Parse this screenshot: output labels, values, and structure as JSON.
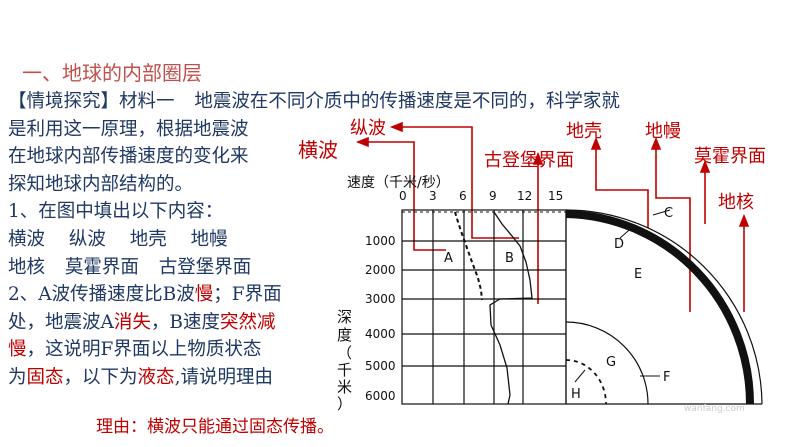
{
  "title": "一、地球的内部圈层",
  "paragraph": {
    "l1": {
      "tag": "【情境探究】",
      "rest": "材料一 地震波在不同介质中的传播速度是不同的，科学家就"
    },
    "l2": "是利用这一原理，根据地震波",
    "l3": "在地球内部传播速度的变化来",
    "l4": "探知地球内部结构的。",
    "l5": "1、在图中填出以下内容：",
    "l6": "横波 纵波 地壳 地幔",
    "l7": "地核 莫霍界面 古登堡界面",
    "l8": {
      "a": "2、A波传播速度比B波",
      "b": "慢",
      "c": "；F界面"
    },
    "l9": {
      "a": "处，地震波A",
      "b": "消失",
      "c": "，B速度",
      "d": "突然减"
    },
    "l10": {
      "a": "慢",
      "b": "，这说明F界面以上物质状态"
    },
    "l11": {
      "a": "为",
      "b": "固态",
      "c": "，以下为",
      "d": "液态",
      "e": ",请说明理由"
    }
  },
  "reason": "理由：横波只能通过固态传播。",
  "labels": {
    "transverse": "横波",
    "longitudinal": "纵波",
    "crust": "地壳",
    "mantle": "地幔",
    "gutenberg": "古登堡界面",
    "moho": "莫霍界面",
    "core": "地核"
  },
  "figure": {
    "speed_label": "速度（千米/秒）",
    "depth_label": [
      "深",
      "度",
      "（",
      "千",
      "米",
      "）"
    ],
    "speed_ticks": [
      "0",
      "3",
      "6",
      "9",
      "12",
      "15"
    ],
    "depth_ticks": [
      "1000",
      "2000",
      "3000",
      "4000",
      "5000",
      "6000"
    ],
    "wave_a": "A",
    "wave_b": "B",
    "letters": {
      "c": "C",
      "d": "D",
      "e": "E",
      "f": "F",
      "g": "G",
      "h": "H"
    },
    "watermark": "wanfang.com"
  }
}
